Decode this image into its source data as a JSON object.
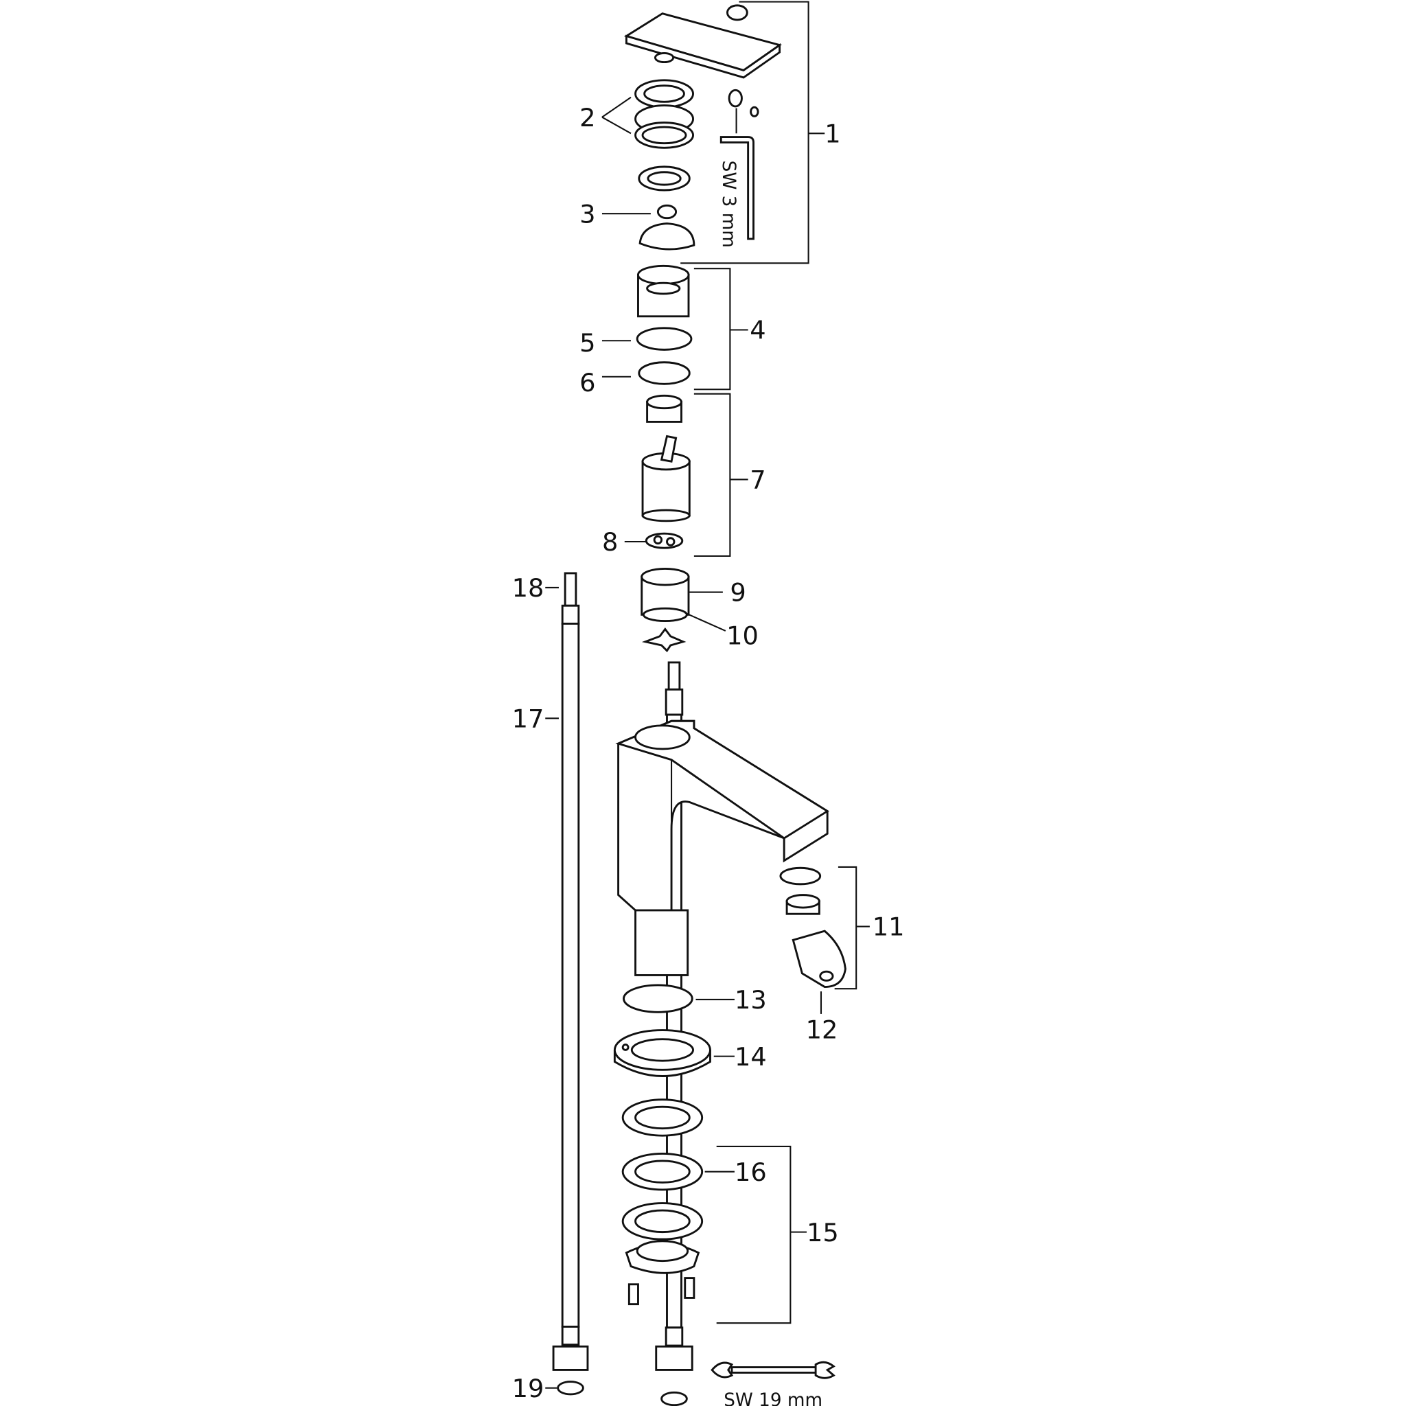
{
  "callouts": [
    "1",
    "2",
    "3",
    "4",
    "5",
    "6",
    "7",
    "8",
    "9",
    "10",
    "11",
    "12",
    "13",
    "14",
    "15",
    "16",
    "17",
    "18",
    "19"
  ],
  "tool_labels": {
    "hex_key": "SW 3 mm",
    "wrench": "SW 19 mm"
  },
  "colors": {
    "line": "#111111",
    "background": "#ffffff"
  }
}
